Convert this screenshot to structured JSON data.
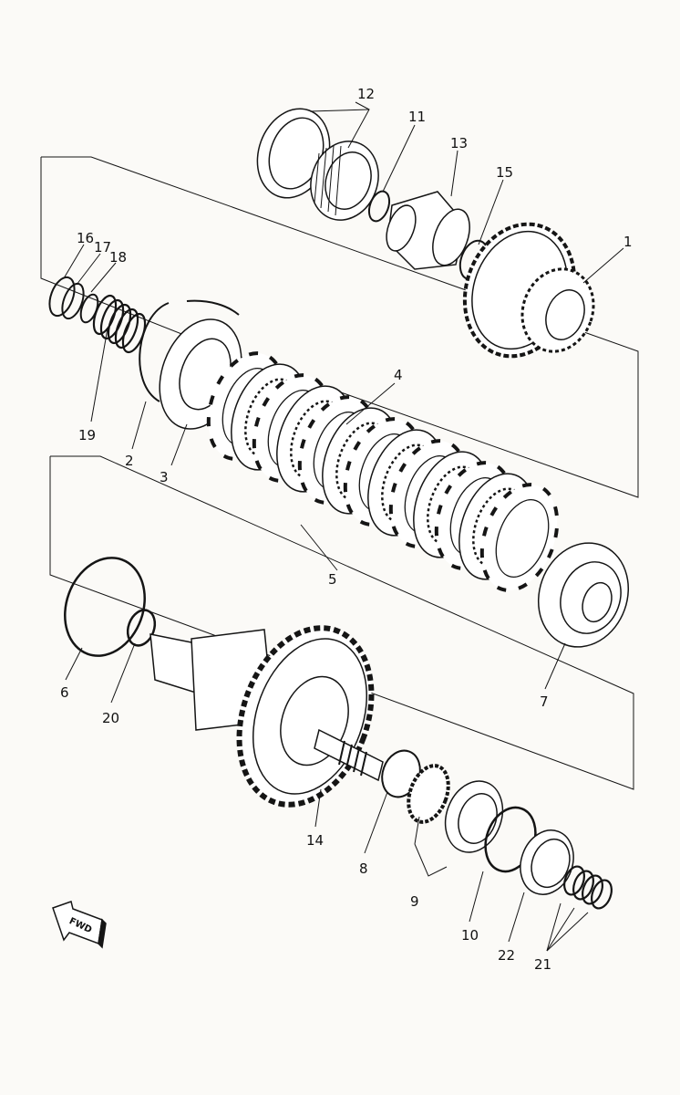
{
  "part_labels": [
    "1",
    "2",
    "3",
    "4",
    "5",
    "6",
    "7",
    "8",
    "9",
    "10",
    "11",
    "12",
    "13",
    "14",
    "15",
    "16",
    "17",
    "18",
    "19",
    "20",
    "21",
    "22"
  ],
  "fwd_label": "FWD",
  "colors": {
    "ink": "#151515",
    "paper": "#fbfaf7"
  },
  "icons": [
    "fwd-arrow-icon"
  ]
}
